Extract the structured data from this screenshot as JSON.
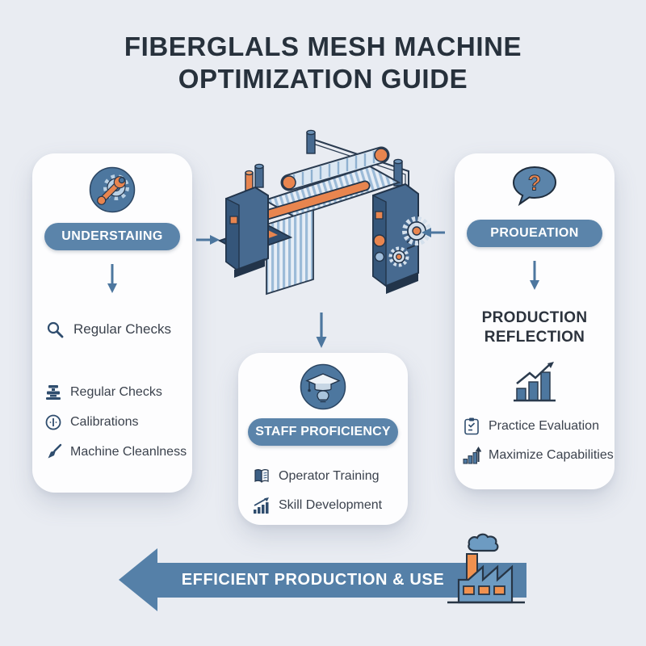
{
  "colors": {
    "background": "#e9ecf2",
    "card_background": "#fdfdfe",
    "badge_blue": "#5b84aa",
    "arrow_blue": "#4d779f",
    "banner_blue": "#5580a8",
    "accent_orange": "#e8854f",
    "text_dark": "#27313c",
    "item_text": "#3b424d"
  },
  "title": {
    "line1": "FIBERGLALS MESH MACHINE",
    "line2": "OPTIMIZATION GUIDE"
  },
  "left_card": {
    "icon": "gear-wrench-icon",
    "badge": "UNDERSTAIING",
    "primary_item": {
      "icon": "magnifier-icon",
      "label": "Regular Checks"
    },
    "items": [
      {
        "icon": "press-machine-icon",
        "label": "Regular Checks"
      },
      {
        "icon": "calibration-gauge-icon",
        "label": "Calibrations"
      },
      {
        "icon": "cleaning-brush-icon",
        "label": "Machine Cleanlness"
      }
    ]
  },
  "center_card": {
    "icon": "graduation-cap-icon",
    "badge": "STAFF PROFICIENCY",
    "items": [
      {
        "icon": "open-book-icon",
        "label": "Operator Training"
      },
      {
        "icon": "growth-bars-icon",
        "label": "Skill Development"
      }
    ]
  },
  "right_card": {
    "icon": "question-bubble-icon",
    "badge": "PROUEATION",
    "heading": {
      "line1": "PRODUCTION",
      "line2": "REFLECTION"
    },
    "chart_icon": "rising-bar-chart-icon",
    "items": [
      {
        "icon": "clipboard-check-icon",
        "label": "Practice Evaluation"
      },
      {
        "icon": "maximize-chart-icon",
        "label": "Maximize Capabilities"
      }
    ]
  },
  "banner": {
    "label": "EFFICIENT PRODUCTION & USE",
    "icon": "factory-icon"
  }
}
